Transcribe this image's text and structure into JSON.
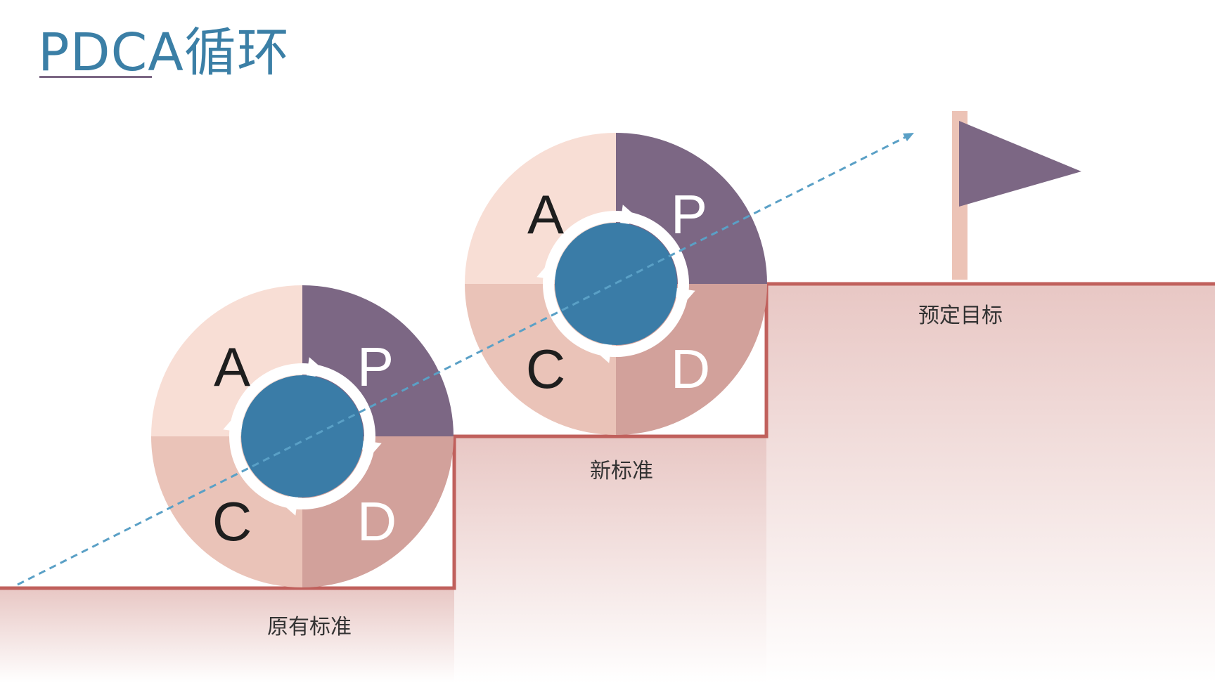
{
  "title": "PDCA循环",
  "colors": {
    "title": "#3b7fa6",
    "quadrant_a": "#f8ded5",
    "quadrant_p": "#7c6784",
    "quadrant_c": "#eac3b8",
    "quadrant_d": "#d2a19b",
    "center": "#3a7ca7",
    "stair_line": "#c0605c",
    "stair_fill": "#e8c7c4",
    "trend_line": "#5aa0c6",
    "flag": "#7c6784",
    "flag_pole": "#ecc3b6"
  },
  "cycles": [
    {
      "letters": {
        "a": "A",
        "p": "P",
        "c": "C",
        "d": "D"
      }
    },
    {
      "letters": {
        "a": "A",
        "p": "P",
        "c": "C",
        "d": "D"
      }
    }
  ],
  "steps": [
    {
      "label": "原有标准"
    },
    {
      "label": "新标准"
    },
    {
      "label": "预定目标"
    }
  ],
  "icons": {
    "goal": "flag-icon",
    "trend": "dashed-arrow-icon",
    "cycle_arrows": "circular-arrows-icon"
  }
}
